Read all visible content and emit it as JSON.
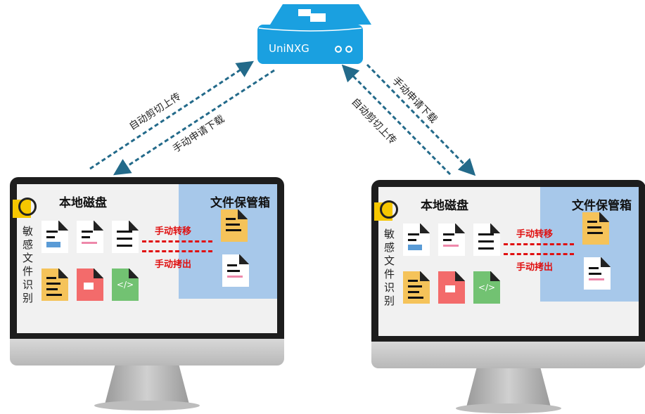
{
  "gateway": {
    "name": "UniNXG",
    "color": "#1aa0e0"
  },
  "links": {
    "left_upload": "自动剪切上传",
    "left_download": "手动申请下载",
    "right_download": "手动申请下载",
    "right_upload": "自动剪切上传"
  },
  "monitors": [
    {
      "local_title": "本地磁盘",
      "vault_title": "文件保管箱",
      "side_label": "敏感文件识别",
      "transfer": "手动转移",
      "copy_out": "手动拷出"
    },
    {
      "local_title": "本地磁盘",
      "vault_title": "文件保管箱",
      "side_label": "敏感文件识别",
      "transfer": "手动转移",
      "copy_out": "手动拷出"
    }
  ],
  "colors": {
    "vault": "#a7c8ea",
    "arrow_red": "#e01010",
    "dash_line": "#236a8a"
  }
}
